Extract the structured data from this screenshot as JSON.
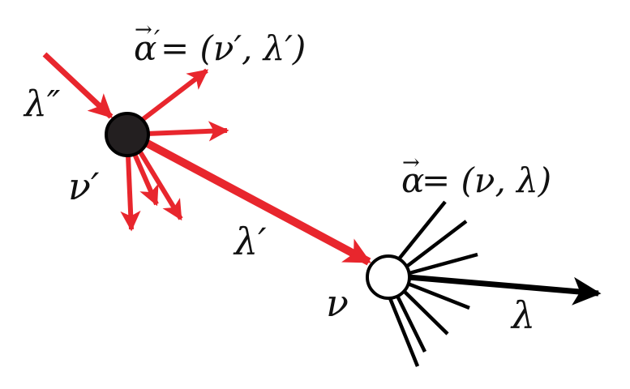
{
  "labels": {
    "incoming_edge": "λ″",
    "source_node": "ν′",
    "source_vector_arrow": "→",
    "source_vector_alpha": "α",
    "source_vector_prime": "′",
    "source_vector_rest": " = (ν′, λ′)",
    "connecting_edge": "λ′",
    "target_vector_arrow": "→",
    "target_vector_alpha": "α",
    "target_vector_rest": " = (ν, λ)",
    "target_node": "ν",
    "outgoing_edge": "λ"
  },
  "colors": {
    "red_edge": "#e8262d",
    "black_node": "#231f20",
    "stroke": "#000000",
    "white_node": "#ffffff"
  }
}
